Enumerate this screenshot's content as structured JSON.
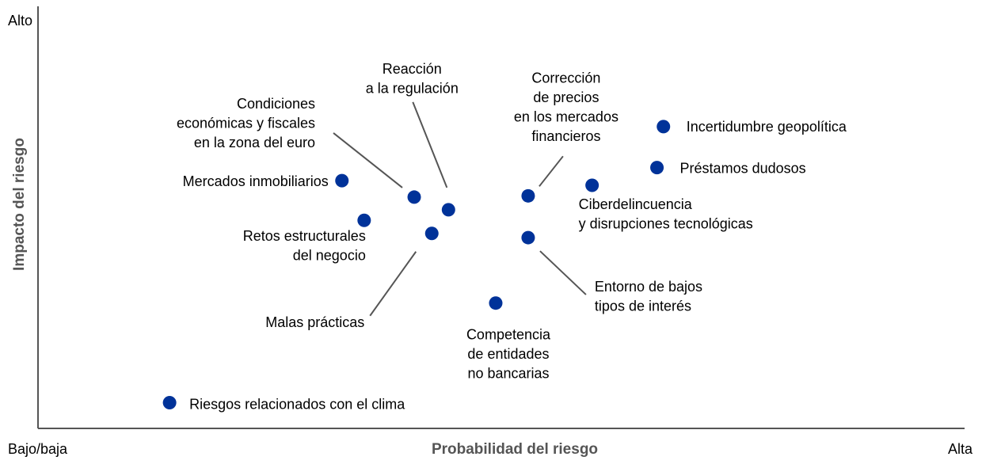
{
  "chart_data": {
    "type": "scatter",
    "title": "",
    "xlabel": "Probabilidad del riesgo",
    "ylabel": "Impacto del riesgo",
    "x_low_label": "Bajo/baja",
    "x_high_label": "Alta",
    "y_high_label": "Alto",
    "xlim": [
      0,
      100
    ],
    "ylim": [
      0,
      100
    ],
    "grid": false,
    "legend": "none",
    "point_color": "#003299",
    "leader_color": "#555555",
    "points": [
      {
        "id": "clima",
        "label": [
          "Riesgos relacionados con el clima"
        ],
        "x": 14.2,
        "y": 6.1
      },
      {
        "id": "inmobiliarios",
        "label": [
          "Mercados inmobiliarios"
        ],
        "x": 32.8,
        "y": 58.7
      },
      {
        "id": "retos",
        "label": [
          "Retos estructurales",
          "del negocio"
        ],
        "x": 35.2,
        "y": 49.3
      },
      {
        "id": "condiciones",
        "label": [
          "Condiciones",
          "económicas y fiscales",
          "en la zona del euro"
        ],
        "x": 40.6,
        "y": 54.8
      },
      {
        "id": "malas",
        "label": [
          "Malas prácticas"
        ],
        "x": 42.5,
        "y": 46.2
      },
      {
        "id": "reaccion",
        "label": [
          "Reacción",
          "a la regulación"
        ],
        "x": 44.3,
        "y": 51.8
      },
      {
        "id": "competencia",
        "label": [
          "Competencia",
          "de entidades",
          "no bancarias"
        ],
        "x": 49.4,
        "y": 29.7
      },
      {
        "id": "correccion",
        "label": [
          "Corrección",
          "de precios",
          "en los mercados",
          "financieros"
        ],
        "x": 52.9,
        "y": 55.1
      },
      {
        "id": "bajos",
        "label": [
          "Entorno de bajos",
          "tipos de interés"
        ],
        "x": 52.9,
        "y": 45.2
      },
      {
        "id": "ciber",
        "label": [
          "Ciberdelincuencia",
          "y disrupciones tecnológicas"
        ],
        "x": 59.8,
        "y": 57.6
      },
      {
        "id": "dudosos",
        "label": [
          "Préstamos dudosos"
        ],
        "x": 66.8,
        "y": 61.8
      },
      {
        "id": "geopolitica",
        "label": [
          "Incertidumbre geopolítica"
        ],
        "x": 67.5,
        "y": 71.5
      }
    ]
  }
}
